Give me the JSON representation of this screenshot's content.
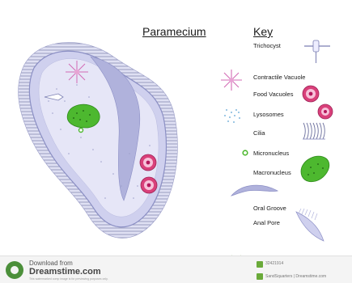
{
  "title": "Paramecium",
  "key_heading": "Key",
  "key_items": [
    "Trichocyst",
    "Contractile Vacuole",
    "Food Vacuoles",
    "Lysosomes",
    "Cilia",
    "Micronucleus",
    "Macronucleus",
    "Oral Groove",
    "Anal Pore"
  ],
  "footer": {
    "download_text": "Download from",
    "brand": "Dreamstime.com",
    "notice": "This watermarked comp image is for previewing purposes only.",
    "image_id": "32421914",
    "credit": "SandSquarters | Dreamstime.com"
  },
  "colors": {
    "cell_body": "#cfd0ee",
    "cell_outline": "#8b8fc4",
    "nucleus_green": "#4db82f",
    "food_vacuole": "#d9407a",
    "contractile_vacuole": "#d36bb5",
    "lysosome": "#7fb6dd",
    "brand_green": "#6aaa3a"
  }
}
